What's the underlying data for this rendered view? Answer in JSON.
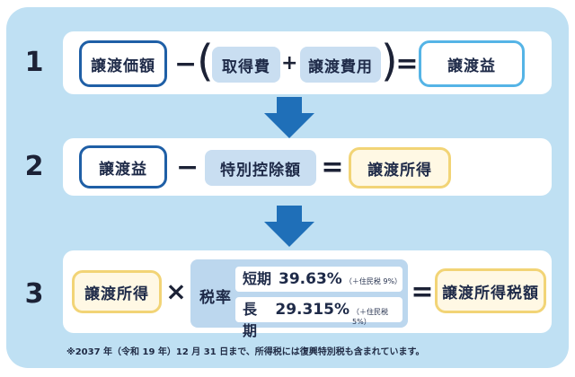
{
  "colors": {
    "panel": "#bfe0f3",
    "navy_border": "#1f5fa6",
    "sky_border": "#55b4e6",
    "pill": "#c9def1",
    "yellow_border": "#f2d476",
    "yellow_fill": "#fff8e4",
    "arrow": "#1f6fb8"
  },
  "step1": {
    "number": "1",
    "sale_price": "譲渡価額",
    "minus": "−",
    "paren_open": "(",
    "acquisition_cost": "取得費",
    "plus": "+",
    "transfer_cost": "譲渡費用",
    "paren_close": ")",
    "equals": "=",
    "result": "譲渡益"
  },
  "step2": {
    "number": "2",
    "gain": "譲渡益",
    "minus": "−",
    "deduction": "特別控除額",
    "equals": "=",
    "result": "譲渡所得"
  },
  "step3": {
    "number": "3",
    "income": "譲渡所得",
    "times": "×",
    "rate_label": "税率",
    "short_term": {
      "term": "短期",
      "value": "39.63%",
      "note": "（＋住民税 9%）"
    },
    "long_term": {
      "term": "長期",
      "value": "29.315%",
      "note": "（＋住民税 5%）"
    },
    "equals": "=",
    "result": "譲渡所得税額"
  },
  "footnote": "※2037 年（令和 19 年）12 月 31 日まで、所得税には復興特別税も含まれています。"
}
